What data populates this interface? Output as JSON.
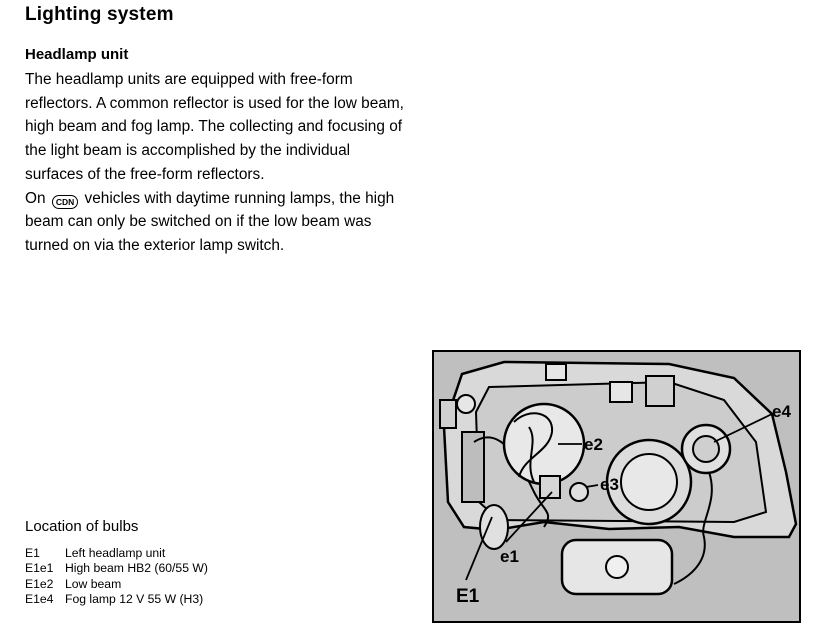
{
  "page": {
    "title": "Lighting system"
  },
  "headlamp_section": {
    "heading": "Headlamp unit",
    "paragraph1": "The headlamp units are equipped with free-form reflectors.  A common reflector is used for the low beam, high beam and fog lamp.  The collecting and focusing of the light beam is accomplished by the individual surfaces of the free-form reflectors.",
    "paragraph2_prefix": "On",
    "cdn_badge": "CDN",
    "paragraph2_suffix": "vehicles with daytime running lamps, the high beam can only be switched on if the low beam was turned on via the exterior lamp switch."
  },
  "bulbs": {
    "title": "Location of bulbs",
    "items": [
      {
        "code": "E1",
        "description": "Left headlamp unit"
      },
      {
        "code": "E1e1",
        "description": "High beam HB2 (60/55 W)"
      },
      {
        "code": "E1e2",
        "description": "Low beam"
      },
      {
        "code": "E1e4",
        "description": "Fog lamp 12 V 55 W (H3)"
      }
    ]
  },
  "figure": {
    "callouts": {
      "e1": "e1",
      "e2": "e2",
      "e3": "e3",
      "e4": "e4",
      "E1": "E1"
    }
  }
}
